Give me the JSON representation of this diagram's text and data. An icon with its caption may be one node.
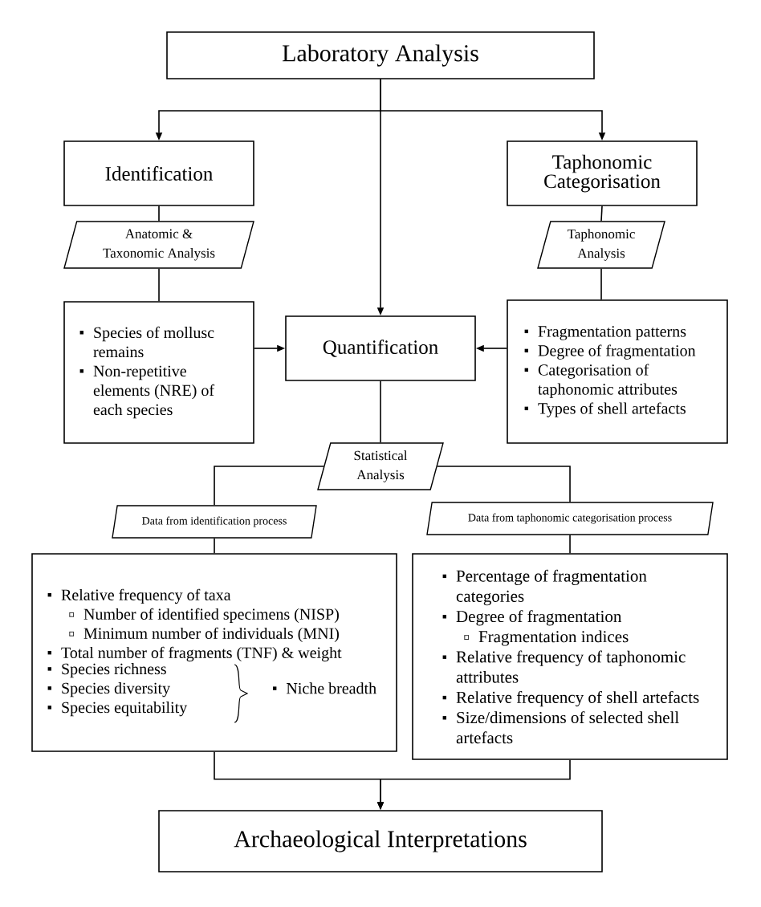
{
  "diagram": {
    "nodes": [
      {
        "text": [
          "Laboratory Analysis"
        ]
      },
      {
        "text": [
          "Identification"
        ]
      },
      {
        "text": [
          "Taphonomic Categorisation"
        ]
      },
      {
        "text": [
          "Anatomic & Taxonomic Analysis"
        ]
      },
      {
        "text": [
          "Taphonomic Analysis"
        ]
      },
      {
        "text": [
          "Species of mollusc remains",
          "Non-repetitive elements (NRE) of each species"
        ]
      },
      {
        "text": [
          "Quantification"
        ]
      },
      {
        "text": [
          "Fragmentation patterns",
          "Degree of fragmentation",
          "Categorisation of taphonomic attributes",
          "Types of shell artefacts"
        ]
      },
      {
        "text": [
          "Statistical Analysis"
        ]
      },
      {
        "text": [
          "Data from identification process"
        ]
      },
      {
        "text": [
          "Data from taphonomic categorisation process"
        ]
      },
      {
        "text": [
          "Relative frequency of taxa",
          "Number of identified specimens (NISP)",
          "Minimum number of individuals (MNI)",
          "Total number of fragments (TNF) & weight",
          "Species richness",
          "Species diversity",
          "Species equitability",
          "Niche breadth"
        ]
      },
      {
        "text": [
          "Percentage of fragmentation categories",
          "Degree of fragmentation",
          "Fragmentation indices",
          "Relative frequency of taphonomic attributes",
          "Relative frequency of shell artefacts",
          "Size/dimensions of selected shell artefacts"
        ]
      },
      {
        "text": [
          "Archaeological Interpretations"
        ]
      }
    ],
    "edges": [
      {
        "from": 0,
        "to": 1,
        "arrow": "to"
      },
      {
        "from": 0,
        "to": 2,
        "arrow": "to"
      },
      {
        "from": 0,
        "to": 6,
        "arrow": "to"
      },
      {
        "from": 1,
        "to": 3,
        "arrow": "none"
      },
      {
        "from": 3,
        "to": 5,
        "arrow": "none"
      },
      {
        "from": 2,
        "to": 4,
        "arrow": "none"
      },
      {
        "from": 4,
        "to": 7,
        "arrow": "none"
      },
      {
        "from": 5,
        "to": 6,
        "arrow": "to"
      },
      {
        "from": 7,
        "to": 6,
        "arrow": "to"
      },
      {
        "from": 6,
        "to": 8,
        "arrow": "none"
      },
      {
        "from": 8,
        "to": 9,
        "arrow": "none"
      },
      {
        "from": 8,
        "to": 10,
        "arrow": "none"
      },
      {
        "from": 9,
        "to": 11,
        "arrow": "none"
      },
      {
        "from": 10,
        "to": 12,
        "arrow": "none"
      },
      {
        "from": 11,
        "to": 13,
        "arrow": "to"
      },
      {
        "from": 12,
        "to": 13,
        "arrow": "to"
      }
    ]
  }
}
